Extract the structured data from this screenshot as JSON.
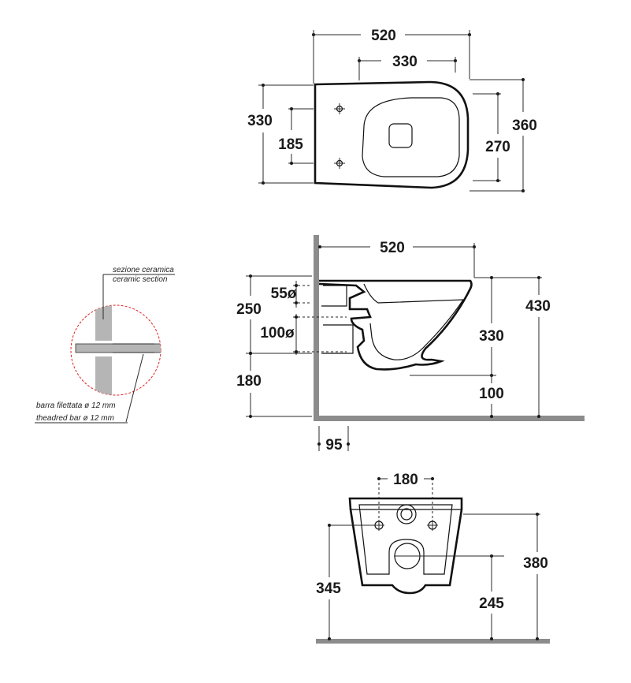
{
  "top_view": {
    "width_total": "520",
    "fix_span": "330",
    "height_left": "330",
    "hole_spacing": "185",
    "height_right_outer": "360",
    "height_right_inner": "270"
  },
  "side_view": {
    "length": "520",
    "pipe_upper": "55ø",
    "pipe_lower": "100ø",
    "height_upper": "250",
    "height_lower": "180",
    "height_total": "430",
    "height_rim": "330",
    "height_base": "100",
    "wall_offset": "95"
  },
  "detail": {
    "label_it_top": "sezione ceramica",
    "label_en_top": "ceramic section",
    "label_it_bottom": "barra filettata ø 12 mm",
    "label_en_bottom": "theadred bar ø 12 mm"
  },
  "front_view": {
    "bolt_spacing": "180",
    "height_left": "345",
    "height_total": "380",
    "height_outlet": "245"
  },
  "colors": {
    "wall": "#8c8c8c",
    "detail_circle": "#e02020",
    "lines": "#1a1a1a"
  }
}
